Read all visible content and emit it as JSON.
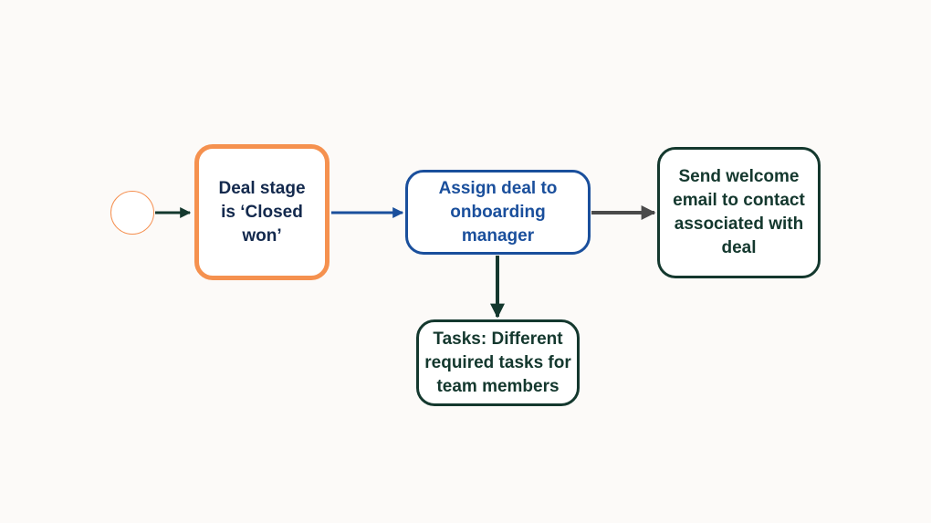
{
  "diagram": {
    "nodes": {
      "start": {
        "shape": "circle",
        "color": "#f58f4f"
      },
      "trigger": {
        "label": "Deal stage\nis ‘Closed\nwon’",
        "border_color": "#f5914f",
        "text_color": "#13294d"
      },
      "assign": {
        "label": "Assign deal to\nonboarding\nmanager",
        "border_color": "#1a4f9c",
        "text_color": "#1a4f9c"
      },
      "email": {
        "label": "Send welcome\nemail to contact\nassociated with\ndeal",
        "border_color": "#14382e",
        "text_color": "#14382e"
      },
      "tasks": {
        "label": "Tasks: Different\nrequired tasks for\nteam members",
        "border_color": "#14382e",
        "text_color": "#14382e"
      }
    },
    "edges": [
      {
        "from": "start",
        "to": "trigger",
        "color": "#14382e"
      },
      {
        "from": "trigger",
        "to": "assign",
        "color": "#1a4f9c"
      },
      {
        "from": "assign",
        "to": "email",
        "color": "#4a4a4a"
      },
      {
        "from": "assign",
        "to": "tasks",
        "color": "#14382e"
      }
    ]
  }
}
